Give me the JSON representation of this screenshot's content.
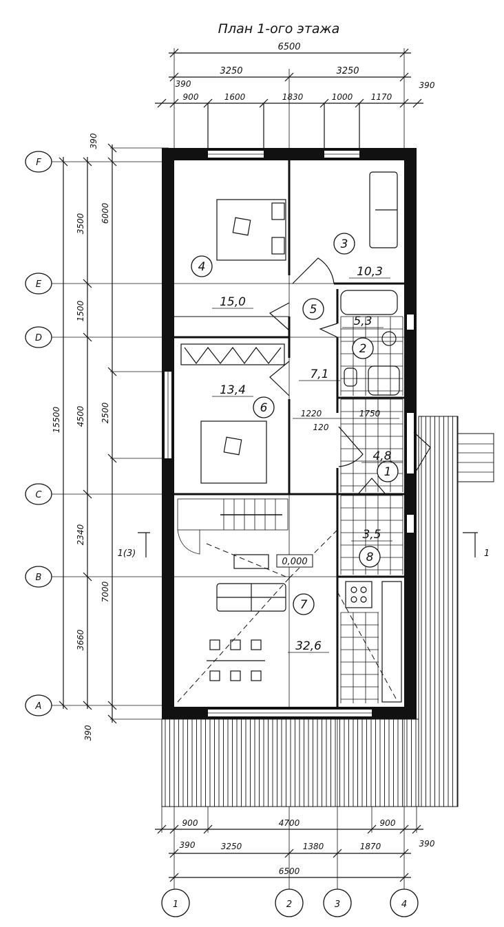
{
  "title": "План 1-ого этажа",
  "axes": {
    "rows": [
      "F",
      "E",
      "D",
      "C",
      "B",
      "A"
    ],
    "cols": [
      "1",
      "2",
      "3",
      "4"
    ]
  },
  "dims_top": {
    "total": "6500",
    "half_left": "3250",
    "half_right": "3250",
    "offset_left": "390",
    "offset_right": "390",
    "segments": [
      "900",
      "1600",
      "1830",
      "1000",
      "1170"
    ]
  },
  "dims_left": {
    "offset_top": "390",
    "offset_bottom": "390",
    "total": "15500",
    "chain1": [
      "3500",
      "1500",
      "4500",
      "2340",
      "3660"
    ],
    "chain2": [
      "6000",
      "2500",
      "7000"
    ]
  },
  "dims_bottom": {
    "segments_top": [
      "900",
      "4700",
      "900"
    ],
    "offset_left": "390",
    "offset_right": "390",
    "chain": [
      "3250",
      "1380",
      "1870"
    ],
    "total": "6500"
  },
  "rooms": [
    {
      "num": "1",
      "area": "4,8"
    },
    {
      "num": "2",
      "area": "5,3"
    },
    {
      "num": "3",
      "area": "10,3"
    },
    {
      "num": "4",
      "area": "15,0"
    },
    {
      "num": "5",
      "area": "7,1"
    },
    {
      "num": "6",
      "area": "13,4"
    },
    {
      "num": "7",
      "area": "32,6"
    },
    {
      "num": "8",
      "area": "3,5"
    }
  ],
  "inner_dims": {
    "d1": "1220",
    "d2": "1750",
    "d3": "120"
  },
  "level_mark": "0,000",
  "section_marks": {
    "left": "1(3)",
    "right": "1"
  }
}
